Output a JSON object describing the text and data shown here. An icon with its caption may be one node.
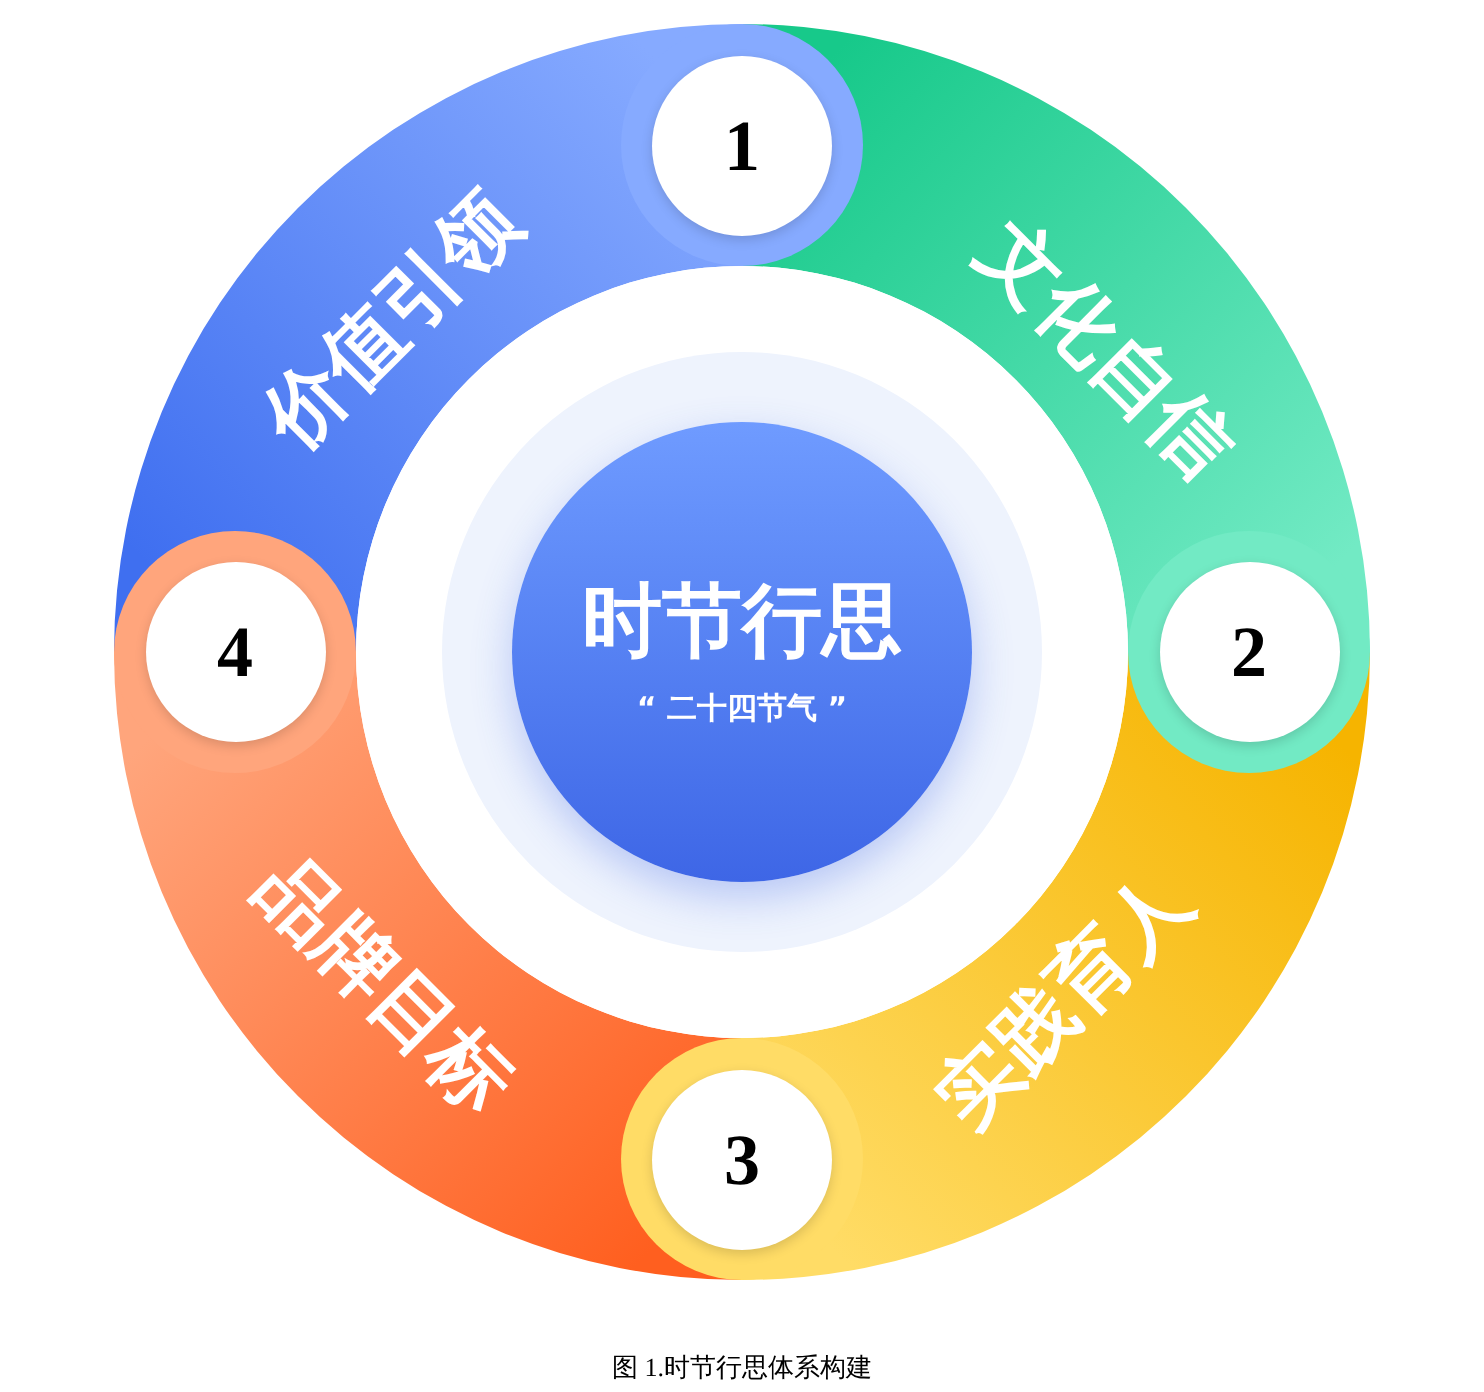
{
  "diagram": {
    "caption": "图 1.时节行思体系构建",
    "nodes": [
      {
        "text": [
          "时节行思",
          "“ 二十四节气 ”"
        ]
      },
      {
        "text": [
          "1"
        ]
      },
      {
        "text": [
          "价值引领"
        ]
      },
      {
        "text": [
          "文化自信"
        ]
      },
      {
        "text": [
          "2"
        ]
      },
      {
        "text": [
          "4"
        ]
      },
      {
        "text": [
          "品牌目标"
        ]
      },
      {
        "text": [
          "实践育人"
        ]
      },
      {
        "text": [
          "3"
        ]
      }
    ]
  }
}
